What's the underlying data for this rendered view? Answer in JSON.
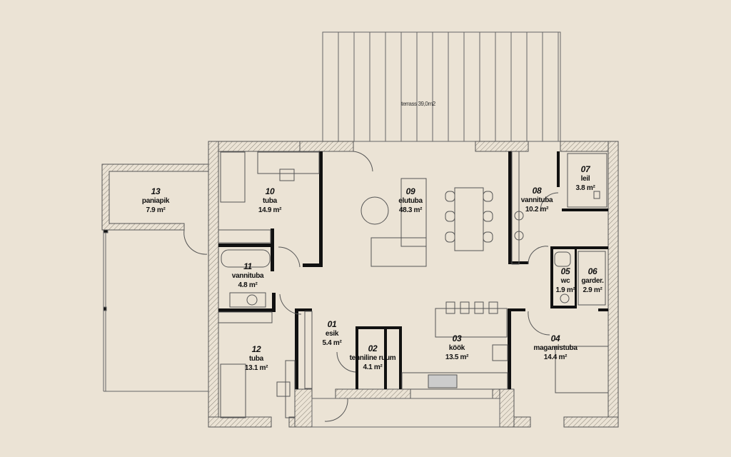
{
  "colors": {
    "background": "#ebe3d5",
    "wall": "#111111",
    "hatch": "#8a8478",
    "line": "#555555"
  },
  "terrace": {
    "label": "terrass 39,0m2"
  },
  "rooms": [
    {
      "num": "01",
      "name": "esik",
      "area": "5.4 m²"
    },
    {
      "num": "02",
      "name": "tehniline ruum",
      "area": "4.1 m²"
    },
    {
      "num": "03",
      "name": "köök",
      "area": "13.5 m²"
    },
    {
      "num": "04",
      "name": "magamistuba",
      "area": "14.4 m²"
    },
    {
      "num": "05",
      "name": "wc",
      "area": "1.9 m²"
    },
    {
      "num": "06",
      "name": "garder.",
      "area": "2.9 m²"
    },
    {
      "num": "07",
      "name": "leil",
      "area": "3.8 m²"
    },
    {
      "num": "08",
      "name": "vannituba",
      "area": "10.2 m²"
    },
    {
      "num": "09",
      "name": "elutuba",
      "area": "48.3 m²"
    },
    {
      "num": "10",
      "name": "tuba",
      "area": "14.9 m²"
    },
    {
      "num": "11",
      "name": "vannituba",
      "area": "4.8 m²"
    },
    {
      "num": "12",
      "name": "tuba",
      "area": "13.1 m²"
    },
    {
      "num": "13",
      "name": "paniapik",
      "area": "7.9 m²"
    }
  ]
}
